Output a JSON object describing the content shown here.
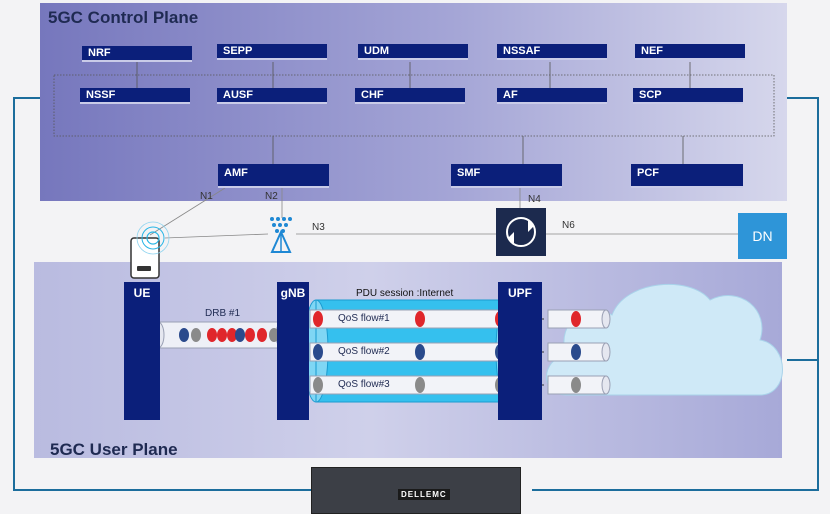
{
  "control_plane": {
    "title": "5GC Control Plane",
    "row1": [
      "NRF",
      "SEPP",
      "UDM",
      "NSSAF",
      "NEF"
    ],
    "row2": [
      "NSSF",
      "AUSF",
      "CHF",
      "AF",
      "SCP"
    ],
    "row3": [
      "AMF",
      "SMF",
      "PCF"
    ]
  },
  "interfaces": {
    "n1": "N1",
    "n2": "N2",
    "n3": "N3",
    "n4": "N4",
    "n6": "N6"
  },
  "dn": "DN",
  "user_plane": {
    "title": "5GC User Plane",
    "ue": "UE",
    "gnb": "gNB",
    "upf": "UPF",
    "drb": "DRB #1",
    "pdu_session": "PDU session :Internet",
    "flows": [
      "QoS flow#1",
      "QoS flow#2",
      "QoS flow#3"
    ]
  },
  "server_logo": "DELLEMC",
  "colors": {
    "nf_box": "#0b1f7a",
    "dn_box": "#2e95d8",
    "pipe": "#29b6e6",
    "flow_red": "#e0262b",
    "flow_blue": "#2a4a8c",
    "flow_grey": "#8a8a8a"
  }
}
